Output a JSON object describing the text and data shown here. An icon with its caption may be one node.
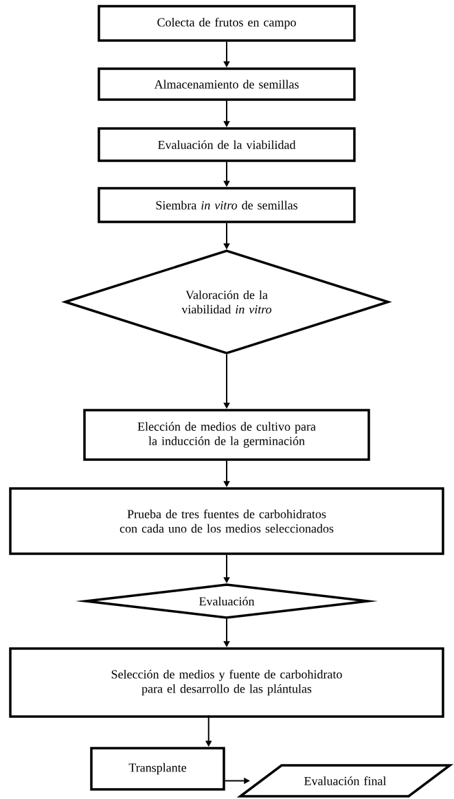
{
  "diagram": {
    "nodes": [
      {
        "text": [
          "Colecta de frutos en campo"
        ]
      },
      {
        "text": [
          "Almacenamiento de semillas"
        ]
      },
      {
        "text": [
          "Evaluación de la viabilidad"
        ]
      },
      {
        "text": [
          "Siembra *in vitro* de semillas"
        ]
      },
      {
        "text": [
          "Valoración de la viabilidad *in vitro*"
        ]
      },
      {
        "text": [
          "Elección de medios de cultivo para la inducción de la germinación"
        ]
      },
      {
        "text": [
          "Prueba de tres fuentes de carbohidratos con cada uno de los medios seleccionados"
        ]
      },
      {
        "text": [
          "Evaluación"
        ]
      },
      {
        "text": [
          "Selección de medios y fuente de carbohidrato para el desarrollo de las plántulas"
        ]
      },
      {
        "text": [
          "Transplante"
        ]
      },
      {
        "text": [
          "Evaluación final"
        ]
      }
    ],
    "edges": [
      {
        "from": 0,
        "to": 1,
        "arrow": "to"
      },
      {
        "from": 1,
        "to": 2,
        "arrow": "to"
      },
      {
        "from": 2,
        "to": 3,
        "arrow": "to"
      },
      {
        "from": 3,
        "to": 4,
        "arrow": "to"
      },
      {
        "from": 4,
        "to": 5,
        "arrow": "to"
      },
      {
        "from": 5,
        "to": 6,
        "arrow": "to"
      },
      {
        "from": 6,
        "to": 7,
        "arrow": "to"
      },
      {
        "from": 7,
        "to": 8,
        "arrow": "to"
      },
      {
        "from": 8,
        "to": 9,
        "arrow": "to"
      },
      {
        "from": 9,
        "to": 10,
        "arrow": "to"
      }
    ]
  }
}
